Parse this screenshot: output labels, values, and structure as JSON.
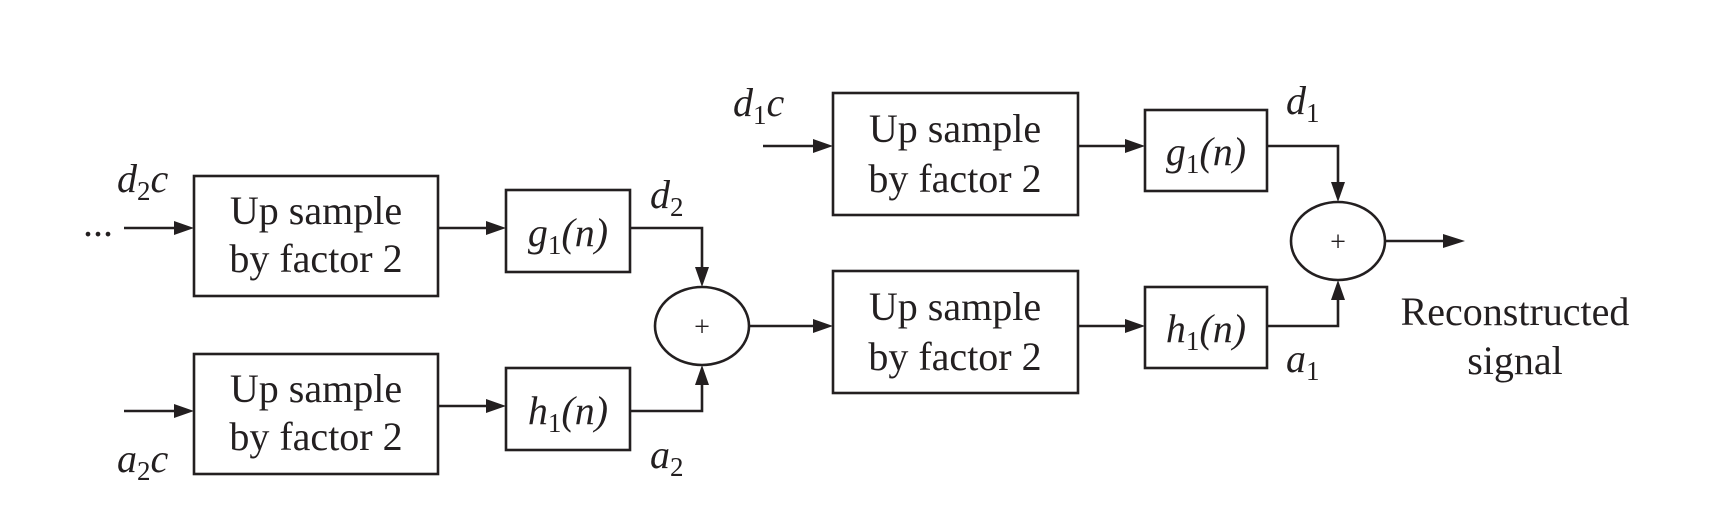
{
  "blocks": {
    "upsample_line1": "Up sample",
    "upsample_line2": "by factor 2"
  },
  "filters": {
    "g1": {
      "fn": "g",
      "sub": "1",
      "arg": "(n)"
    },
    "h1": {
      "fn": "h",
      "sub": "1",
      "arg": "(n)"
    }
  },
  "signals": {
    "d2c": {
      "base": "d",
      "sub": "2",
      "tail": "c"
    },
    "a2c": {
      "base": "a",
      "sub": "2",
      "tail": "c"
    },
    "d1c": {
      "base": "d",
      "sub": "1",
      "tail": "c"
    },
    "d2": {
      "base": "d",
      "sub": "2"
    },
    "a2": {
      "base": "a",
      "sub": "2"
    },
    "d1": {
      "base": "d",
      "sub": "1"
    },
    "a1": {
      "base": "a",
      "sub": "1"
    }
  },
  "adder_symbol": "+",
  "ellipsis": "...",
  "output": {
    "line1": "Reconstructed",
    "line2": "signal"
  }
}
